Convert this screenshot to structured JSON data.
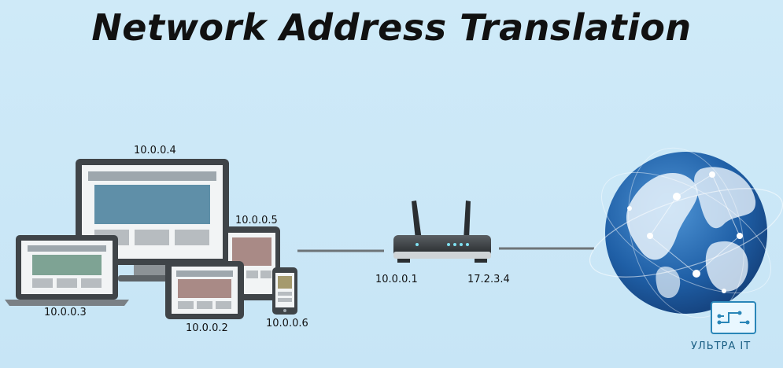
{
  "title": "Network Address Translation",
  "devices": {
    "monitor_ip": "10.0.0.4",
    "laptop_ip": "10.0.0.3",
    "tablet_large_ip": "10.0.0.2",
    "tablet_small_ip": "10.0.0.5",
    "phone_ip": "10.0.0.6"
  },
  "router": {
    "lan_ip": "10.0.0.1",
    "wan_ip": "17.2.3.4"
  },
  "watermark": {
    "text": "УЛЬТРА IT",
    "icon": "circuit-board-icon"
  },
  "colors": {
    "background": "#cde9f7",
    "screen_frame": "#3f4448",
    "screen_blue": "#5f8fa8",
    "screen_rose": "#a98a86",
    "screen_green": "#7ea394",
    "globe_blue": "#1f5fa6"
  }
}
